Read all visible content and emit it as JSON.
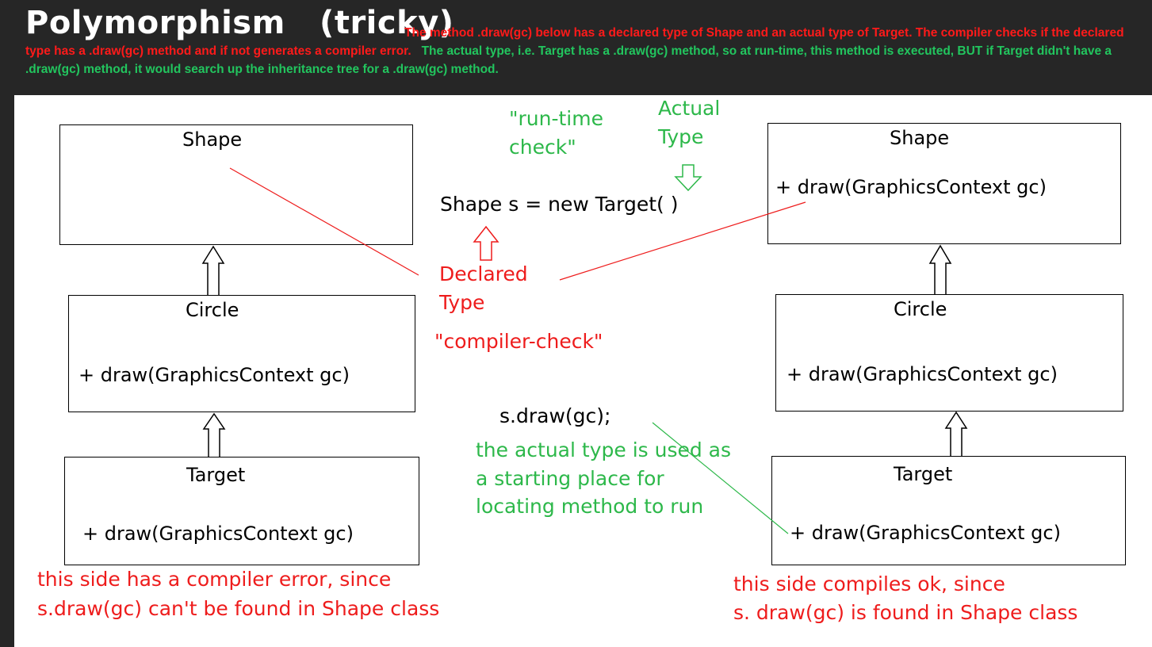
{
  "header": {
    "title": "Polymorphism   (tricky)",
    "desc_red": "The method .draw(gc) below has a declared type of Shape and an actual type of Target.   The compiler checks if the declared type has a .draw(gc) method and if not generates a compiler error.",
    "desc_green": "The actual type, i.e. Target has a .draw(gc) method, so at run-time, this method is executed, BUT if Target didn't have a .draw(gc) method, it would search up the inheritance tree for a .draw(gc) method."
  },
  "left": {
    "shape": {
      "name": "Shape"
    },
    "circle": {
      "name": "Circle",
      "method": "+ draw(GraphicsContext gc)"
    },
    "target": {
      "name": "Target",
      "method": "+ draw(GraphicsContext gc)"
    },
    "note": [
      "this side has a compiler error, since",
      "s.draw(gc) can't be found  in Shape class"
    ]
  },
  "right": {
    "shape": {
      "name": "Shape",
      "method": "+ draw(GraphicsContext gc)"
    },
    "circle": {
      "name": "Circle",
      "method": "+ draw(GraphicsContext gc)"
    },
    "target": {
      "name": "Target",
      "method": "+ draw(GraphicsContext gc)"
    },
    "note": [
      "this side compiles ok, since",
      "s. draw(gc) is found in Shape class"
    ]
  },
  "center": {
    "runtime_check": [
      "\"run-time",
      "check\""
    ],
    "actual_type": [
      "Actual",
      "Type"
    ],
    "statement": "Shape  s  = new Target( )",
    "declared_type": [
      "Declared",
      "Type"
    ],
    "compiler_check": "\"compiler-check\"",
    "call": "s.draw(gc);",
    "explanation": [
      "the actual type is used as",
      "a starting place for",
      "locating method to run"
    ]
  },
  "colors": {
    "background": "#262626",
    "red": "#ee1c1c",
    "green": "#2db84a",
    "header_red": "#ff1a1a",
    "header_green": "#22c55e"
  }
}
